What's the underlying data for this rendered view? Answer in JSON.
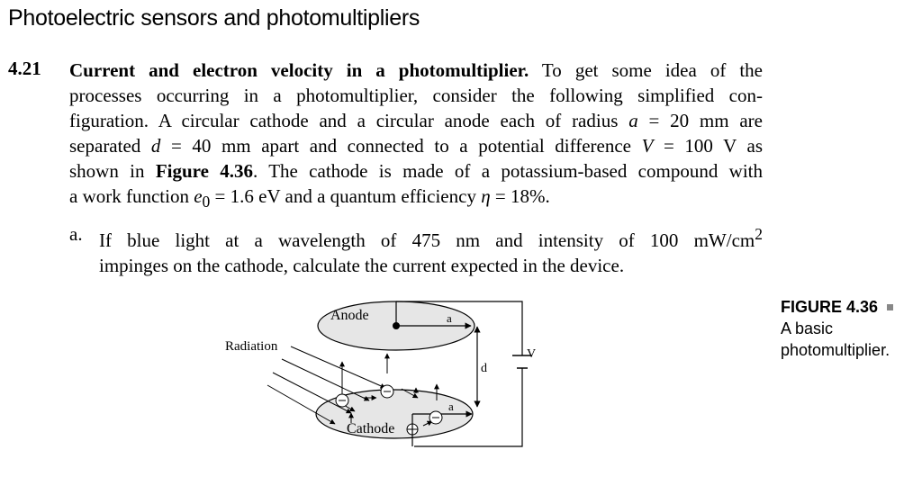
{
  "section_title": "Photoelectric sensors and photomultipliers",
  "problem": {
    "number": "4.21",
    "title": "Current and electron velocity in a photomultiplier.",
    "line1_rest": " To get some idea of the",
    "line2": "processes occurring in a photomultiplier, consider the following simplified con-",
    "line3_pre": "figuration. A circular cathode and a circular anode each of radius ",
    "var_a": "a",
    "line3_post": " = 20 mm are",
    "line4_pre": "separated ",
    "var_d": "d",
    "line4_mid": " = 40 mm apart and connected to a potential difference ",
    "var_V": "V",
    "line4_post": " = 100 V as",
    "line5_pre": "shown in ",
    "figure_ref": "Figure 4.36",
    "line5_post": ". The cathode is made of a potassium-based compound with",
    "line6_pre": "a work function ",
    "var_e": "e",
    "var_e_sub": "0",
    "line6_mid": " = 1.6 eV and a quantum efficiency ",
    "var_eta": "η",
    "line6_post": " = 18%."
  },
  "part_a": {
    "label": "a.",
    "line1": "If blue light at a wavelength of 475 nm and intensity of 100 mW/cm",
    "line1_sup": "2",
    "line2": "impinges on the cathode, calculate the current expected in the device."
  },
  "figure": {
    "anode_label": "Anode",
    "cathode_label": "Cathode",
    "radiation_label": "Radiation",
    "radius_label": "a",
    "distance_label": "d",
    "voltage_label": "V",
    "electron_symbol": "⊖"
  },
  "caption": {
    "label": "FIGURE 4.36",
    "line1": "A basic",
    "line2": "photomultiplier."
  }
}
